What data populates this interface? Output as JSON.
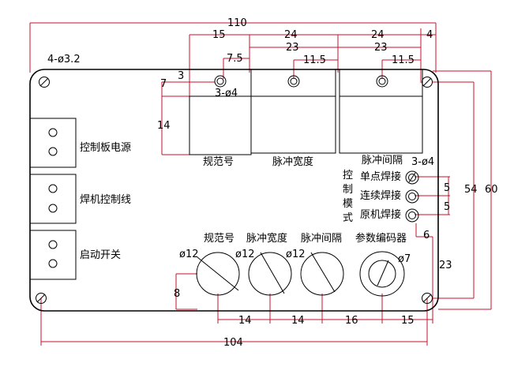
{
  "dimensions": {
    "overall_width": "110",
    "hole_spec": "4-ø3.2",
    "top_15": "15",
    "top_24a": "24",
    "top_24b": "24",
    "top_4": "4",
    "top_23a": "23",
    "top_23b": "23",
    "d_7_5": "7.5",
    "d_11_5a": "11.5",
    "d_11_5b": "11.5",
    "d_3": "3",
    "d_7": "7",
    "d_3_phi4_top": "3-ø4",
    "d_14_left": "14",
    "d_3_phi4_right": "3-ø4",
    "d_5a": "5",
    "d_5b": "5",
    "d_54": "54",
    "d_60": "60",
    "d_6": "6",
    "d_23_right": "23",
    "phi12_a": "ø12",
    "phi12_b": "ø12",
    "phi12_c": "ø12",
    "phi7": "ø7",
    "d_8": "8",
    "bottom_14a": "14",
    "bottom_14b": "14",
    "bottom_16": "16",
    "bottom_15": "15",
    "bottom_104": "104"
  },
  "labels": {
    "terminal_1": "控制板电源",
    "terminal_2": "焊机控制线",
    "terminal_3": "启动开关",
    "display_1": "规范号",
    "display_2": "脉冲宽度",
    "display_3": "脉冲间隔",
    "mode_title_1": "控",
    "mode_title_2": "制",
    "mode_title_3": "模",
    "mode_title_4": "式",
    "mode_1": "单点焊接",
    "mode_2": "连续焊接",
    "mode_3": "原机焊接",
    "knob_1": "规范号",
    "knob_2": "脉冲宽度",
    "knob_3": "脉冲间隔",
    "knob_4": "参数编码器"
  },
  "colors": {
    "dimension_line": "#c8102e",
    "outline": "#000000"
  }
}
